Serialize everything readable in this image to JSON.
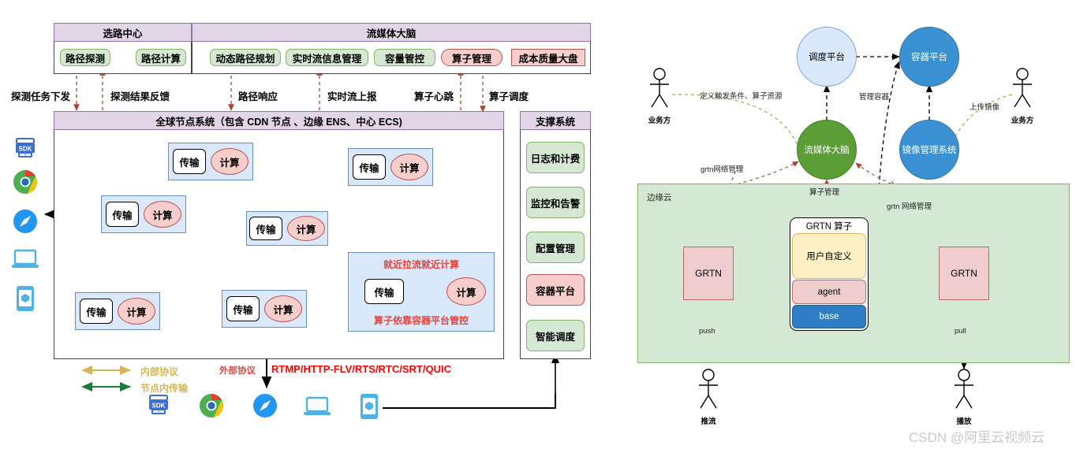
{
  "left_diagram": {
    "top_panels": [
      {
        "title": "选路中心",
        "items": [
          {
            "label": "路径探测",
            "style": "green"
          },
          {
            "label": "路径计算",
            "style": "green"
          }
        ]
      },
      {
        "title": "流媒体大脑",
        "items": [
          {
            "label": "动态路径规划",
            "style": "green"
          },
          {
            "label": "实时流信息管理",
            "style": "green"
          },
          {
            "label": "容量管控",
            "style": "green"
          },
          {
            "label": "算子管理",
            "style": "red-round"
          },
          {
            "label": "成本质量大盘",
            "style": "red"
          }
        ]
      }
    ],
    "flow_labels": [
      {
        "text": "探测任务下发"
      },
      {
        "text": "探测结果反馈"
      },
      {
        "text": "路径响应"
      },
      {
        "text": "实时流上报"
      },
      {
        "text": "算子心跳"
      },
      {
        "text": "算子调度"
      }
    ],
    "global_system": {
      "title": "全球节点系统（包含 CDN 节点 、边缘 ENS、中心 ECS)",
      "node_label_transport": "传输",
      "node_label_compute": "计算",
      "highlight_box": {
        "top_text": "就近拉流就近计算",
        "bottom_text": "算子依靠容器平台管控"
      }
    },
    "support_system": {
      "title": "支撑系统",
      "items": [
        {
          "label": "日志和计费",
          "style": "green"
        },
        {
          "label": "监控和告警",
          "style": "green"
        },
        {
          "label": "配置管理",
          "style": "green"
        },
        {
          "label": "容器平台",
          "style": "red"
        },
        {
          "label": "智能调度",
          "style": "green"
        }
      ]
    },
    "legend": {
      "internal_protocol": "内部协议",
      "intra_node_transport": "节点内传输",
      "external_protocol": "外部协议",
      "protocol_list": "RTMP/HTTP-FLV/RTS/RTC/SRT/QUIC"
    },
    "client_icons": [
      {
        "name": "sdk-icon",
        "text": "SDK"
      },
      {
        "name": "chrome-icon",
        "text": ""
      },
      {
        "name": "safari-icon",
        "text": ""
      },
      {
        "name": "laptop-icon",
        "text": ""
      },
      {
        "name": "mobile-icon",
        "text": ""
      }
    ]
  },
  "right_diagram": {
    "nodes": {
      "scheduling_platform": "调度平台",
      "container_platform": "容器平台",
      "streaming_brain": "流媒体大脑",
      "image_management": "镜像管理系统"
    },
    "actors": [
      {
        "label": "业务方"
      },
      {
        "label": "业务方"
      },
      {
        "label": "推流"
      },
      {
        "label": "播放"
      }
    ],
    "edge_cloud": {
      "title": "边缘云",
      "grtn_left": "GRTN",
      "grtn_right": "GRTN",
      "operator": {
        "title": "GRTN 算子",
        "user_layer": "用户自定义",
        "agent_layer": "agent",
        "base_layer": "base"
      },
      "push_label": "push",
      "pull_label": "pull"
    },
    "edge_labels": [
      {
        "text": "定义触发条件、算子资源"
      },
      {
        "text": "管理容器"
      },
      {
        "text": "上传镜像"
      },
      {
        "text": "grtn网络管理"
      },
      {
        "text": "算子管理"
      },
      {
        "text": "grtn 网络管理"
      }
    ]
  },
  "watermark": "CSDN @阿里云视频云",
  "colors": {
    "purple_header": "#e1d5e7",
    "green_box": "#d5e8d4",
    "red_box": "#f8cecc",
    "blue_node": "#dae8fc",
    "gold_arrow": "#d6b656",
    "green_arrow": "#1a7a3c",
    "red_text": "#e8453c"
  }
}
